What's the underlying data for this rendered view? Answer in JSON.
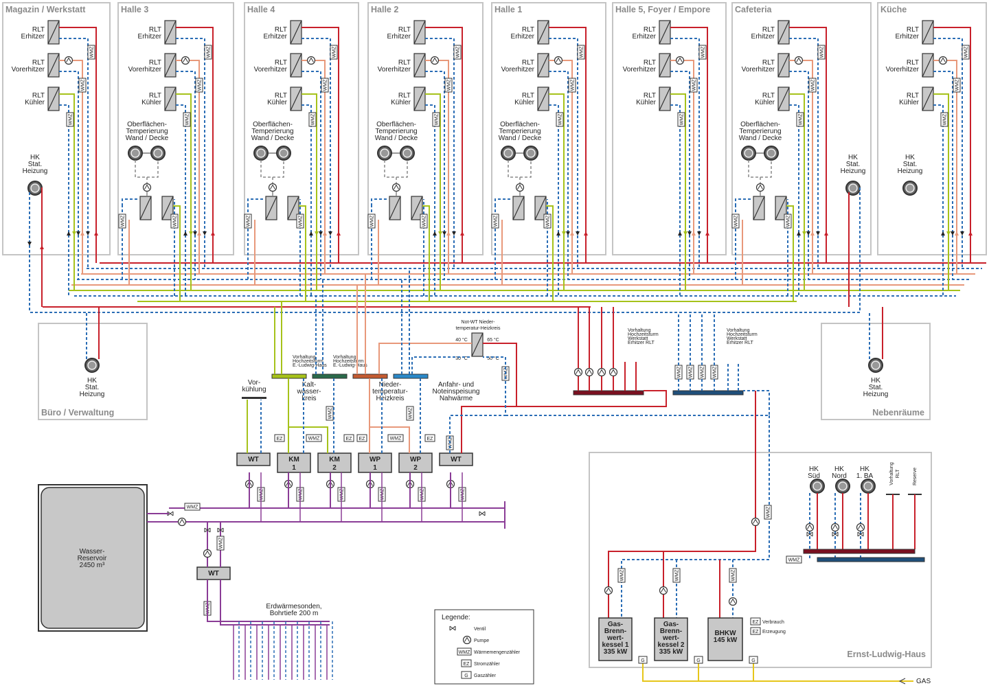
{
  "zones": [
    "Magazin / Werkstatt",
    "Halle 3",
    "Halle 4",
    "Halle 2",
    "Halle 1",
    "Halle 5, Foyer / Empore",
    "Cafeteria",
    "Küche",
    "Büro / Verwaltung",
    "Nebenräume",
    "Ernst-Ludwig-Haus"
  ],
  "rlt": {
    "heater": [
      "RLT",
      "Erhitzer"
    ],
    "preheater": [
      "RLT",
      "Vorerhitzer"
    ],
    "cooler": [
      "RLT",
      "Kühler"
    ]
  },
  "surface": [
    "Oberflächen-",
    "Temperierung",
    "Wand / Decke"
  ],
  "hk_stat": [
    "HK",
    "Stat.",
    "Heizung"
  ],
  "generation": {
    "precooling": [
      "Vor-",
      "kühlung"
    ],
    "cold_water": [
      "Kalt-",
      "wasser-",
      "kreis"
    ],
    "low_temp": [
      "Nieder-",
      "temperatur-",
      "Heizkreis"
    ],
    "startup": [
      "Anfahr- und",
      "Noteinspeisung",
      "Nahwärme"
    ],
    "notwt": [
      "Not-WT Nieder-",
      "temperatur-Heizkreis"
    ],
    "temps": [
      "40 °C",
      "65 °C",
      "30 °C",
      "50 °C"
    ],
    "manifold_labels": [
      "Vorhaltung",
      "Hochzeitsturm",
      "E.-Ludwig-Haus"
    ],
    "manifold_labels_hot": [
      "Vorhaltung",
      "Hochzeitsturm",
      "Werkstatt",
      "Erhitzer RLT"
    ],
    "units": [
      "WT",
      "KM",
      "1",
      "KM",
      "2",
      "WP",
      "1",
      "WP",
      "2",
      "WT"
    ],
    "ez": "EZ",
    "wmz": "WMZ"
  },
  "reservoir": [
    "Wasser-",
    "Reservoir",
    "2450 m³"
  ],
  "borehole": [
    "Erdwärmesonden,",
    "Bohrtiefe 200 m"
  ],
  "wt_lower": "WT",
  "elh": {
    "hk": [
      [
        "HK",
        "Süd"
      ],
      [
        "HK",
        "Nord"
      ],
      [
        "HK",
        "1. BA"
      ]
    ],
    "vorhaltung": [
      "Vorhaltung",
      "RLT"
    ],
    "reserve": "Reserve",
    "boilers": [
      [
        "Gas-",
        "Brenn-",
        "wert-",
        "kessel 1",
        "335 kW"
      ],
      [
        "Gas-",
        "Brenn-",
        "wert-",
        "kessel 2",
        "335 kW"
      ]
    ],
    "bhkw": [
      "BHKW",
      "145 kW"
    ],
    "ez_labels": [
      "Verbrauch",
      "Erzeugung"
    ],
    "gas_meter": "G",
    "gas": "GAS"
  },
  "legend": {
    "title": "Legende:",
    "items": [
      "Ventil",
      "Pumpe",
      "Wärmemengenzähler",
      "Stromzähler",
      "Gaszähler"
    ]
  },
  "colors": {
    "supply_hot": "#c8202a",
    "return": "#2a6db5",
    "preheat": "#e8987a",
    "cooling": "#a6c21a",
    "ground": "#8a3c96",
    "gas": "#e6c619",
    "frame": "#c4c4c4",
    "bar_dark_red": "#7a1020",
    "bar_blue": "#1f4f7a"
  }
}
